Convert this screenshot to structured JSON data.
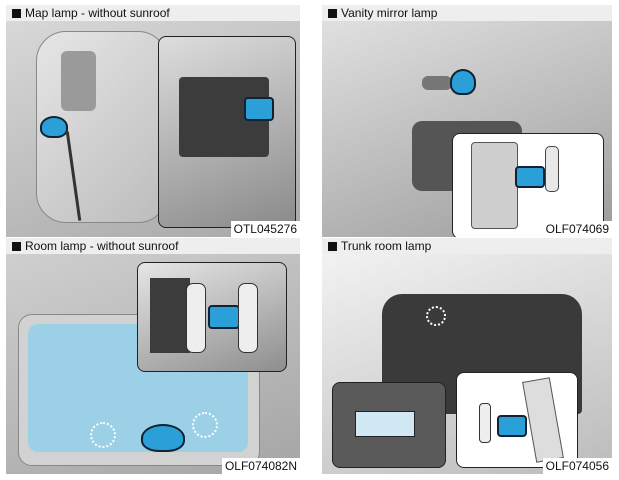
{
  "panels": [
    {
      "title": "Map lamp - without sunroof",
      "code": "OTL045276"
    },
    {
      "title": "Vanity mirror lamp",
      "code": "OLF074069"
    },
    {
      "title": "Room lamp - without sunroof",
      "code": "OLF074082N"
    },
    {
      "title": "Trunk room lamp",
      "code": "OLF074056"
    }
  ]
}
